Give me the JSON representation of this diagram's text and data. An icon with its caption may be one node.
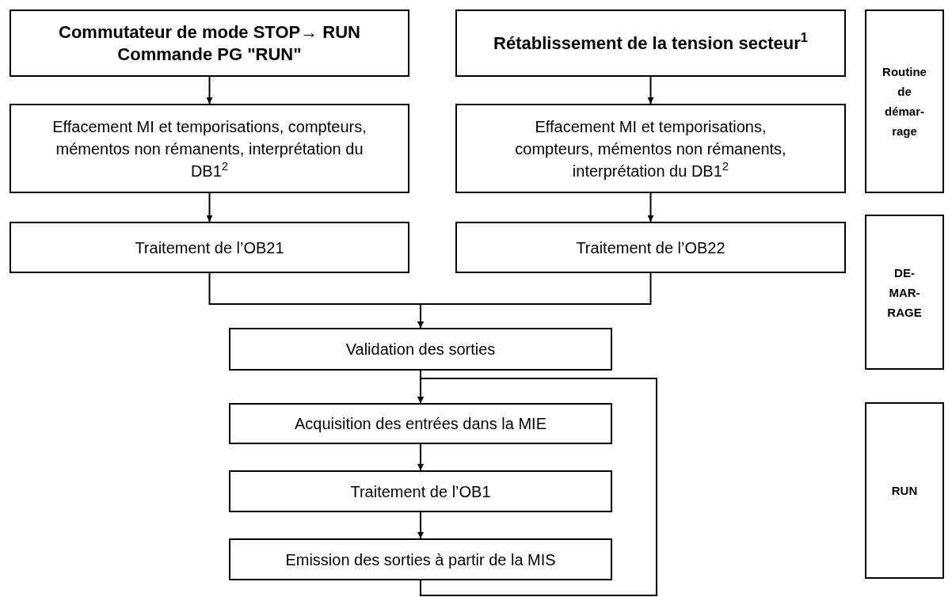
{
  "diagram": {
    "nodes": [
      {
        "text": [
          "Commutateur de mode STOP→ RUN",
          "Commande PG \"RUN\""
        ]
      },
      {
        "text": [
          "Rétablissement de la tension secteur$^{1}$"
        ]
      },
      {
        "text": [
          "Routine de démar-rage"
        ]
      },
      {
        "text": [
          "Effacement MI et temporisations, compteurs, mémentos non rémanents, interprétation du DB1$^{2}$"
        ]
      },
      {
        "text": [
          "Effacement MI et temporisations, compteurs, mémentos non rémanents, interprétation du DB1$^{2}$"
        ]
      },
      {
        "text": [
          "Traitement de l’OB21"
        ]
      },
      {
        "text": [
          "Traitement de l’OB22"
        ]
      },
      {
        "text": [
          "DE-MAR-RAGE"
        ]
      },
      {
        "text": [
          "Validation des sorties"
        ]
      },
      {
        "text": [
          "Acquisition des entrées dans la MIE"
        ]
      },
      {
        "text": [
          "Traitement de l’OB1"
        ]
      },
      {
        "text": [
          "Emission des sorties à partir de la MIS"
        ]
      },
      {
        "text": [
          "RUN"
        ]
      }
    ],
    "edges": [
      {
        "from": 0,
        "to": 3,
        "arrow": "to"
      },
      {
        "from": 1,
        "to": 4,
        "arrow": "to"
      },
      {
        "from": 3,
        "to": 5,
        "arrow": "to"
      },
      {
        "from": 4,
        "to": 6,
        "arrow": "to"
      },
      {
        "from": 5,
        "to": 8,
        "arrow": "to"
      },
      {
        "from": 6,
        "to": 8,
        "arrow": "to"
      },
      {
        "from": 8,
        "to": 9,
        "arrow": "to"
      },
      {
        "from": 9,
        "to": 10,
        "arrow": "to"
      },
      {
        "from": 10,
        "to": 11,
        "arrow": "to"
      },
      {
        "from": 11,
        "to": 9,
        "arrow": "to"
      }
    ]
  }
}
